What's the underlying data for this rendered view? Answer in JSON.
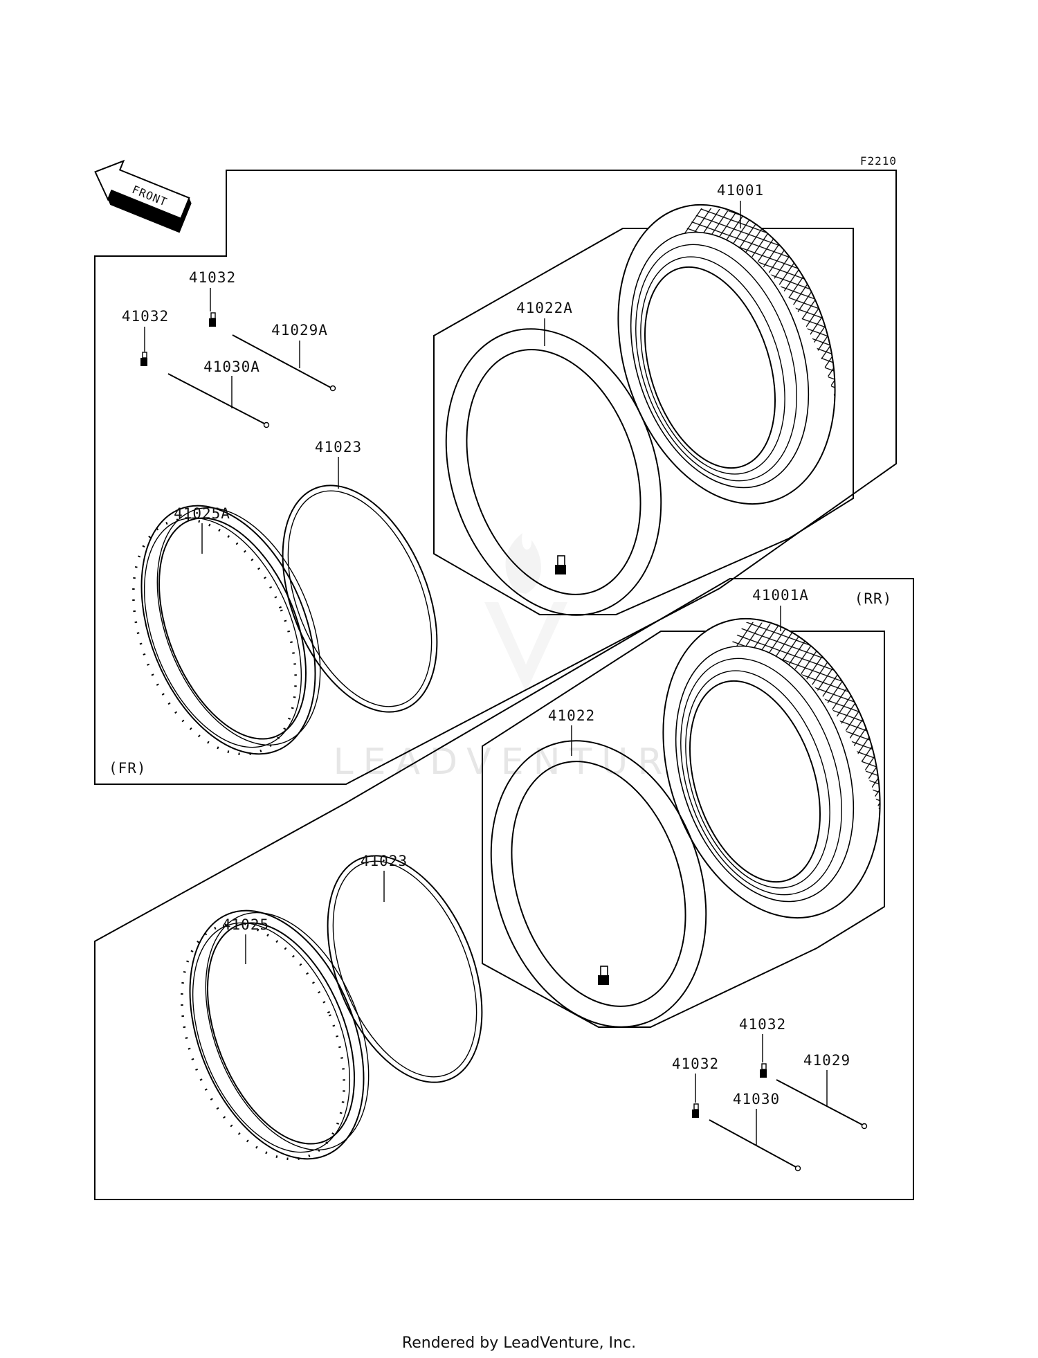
{
  "figure_code": "F2210",
  "front_arrow_text": "FRONT",
  "labels": {
    "tire_front": "41001",
    "tube_front": "41022A",
    "valve_cap_front_a": "41032",
    "valve_cap_front_b": "41032",
    "spoke_front_a": "41029A",
    "spoke_front_b": "41030A",
    "rim_band_front": "41023",
    "rim_front": "41025A",
    "tire_rear": "41001A",
    "tube_rear": "41022",
    "rim_band_rear": "41023",
    "rim_rear": "41025",
    "valve_cap_rear_a": "41032",
    "valve_cap_rear_b": "41032",
    "spoke_rear_a": "41029",
    "spoke_rear_b": "41030"
  },
  "section_tags": {
    "front": "(FR)",
    "rear": "(RR)"
  },
  "watermark": "LEADVENTURE",
  "footer": "Rendered by LeadVenture, Inc."
}
